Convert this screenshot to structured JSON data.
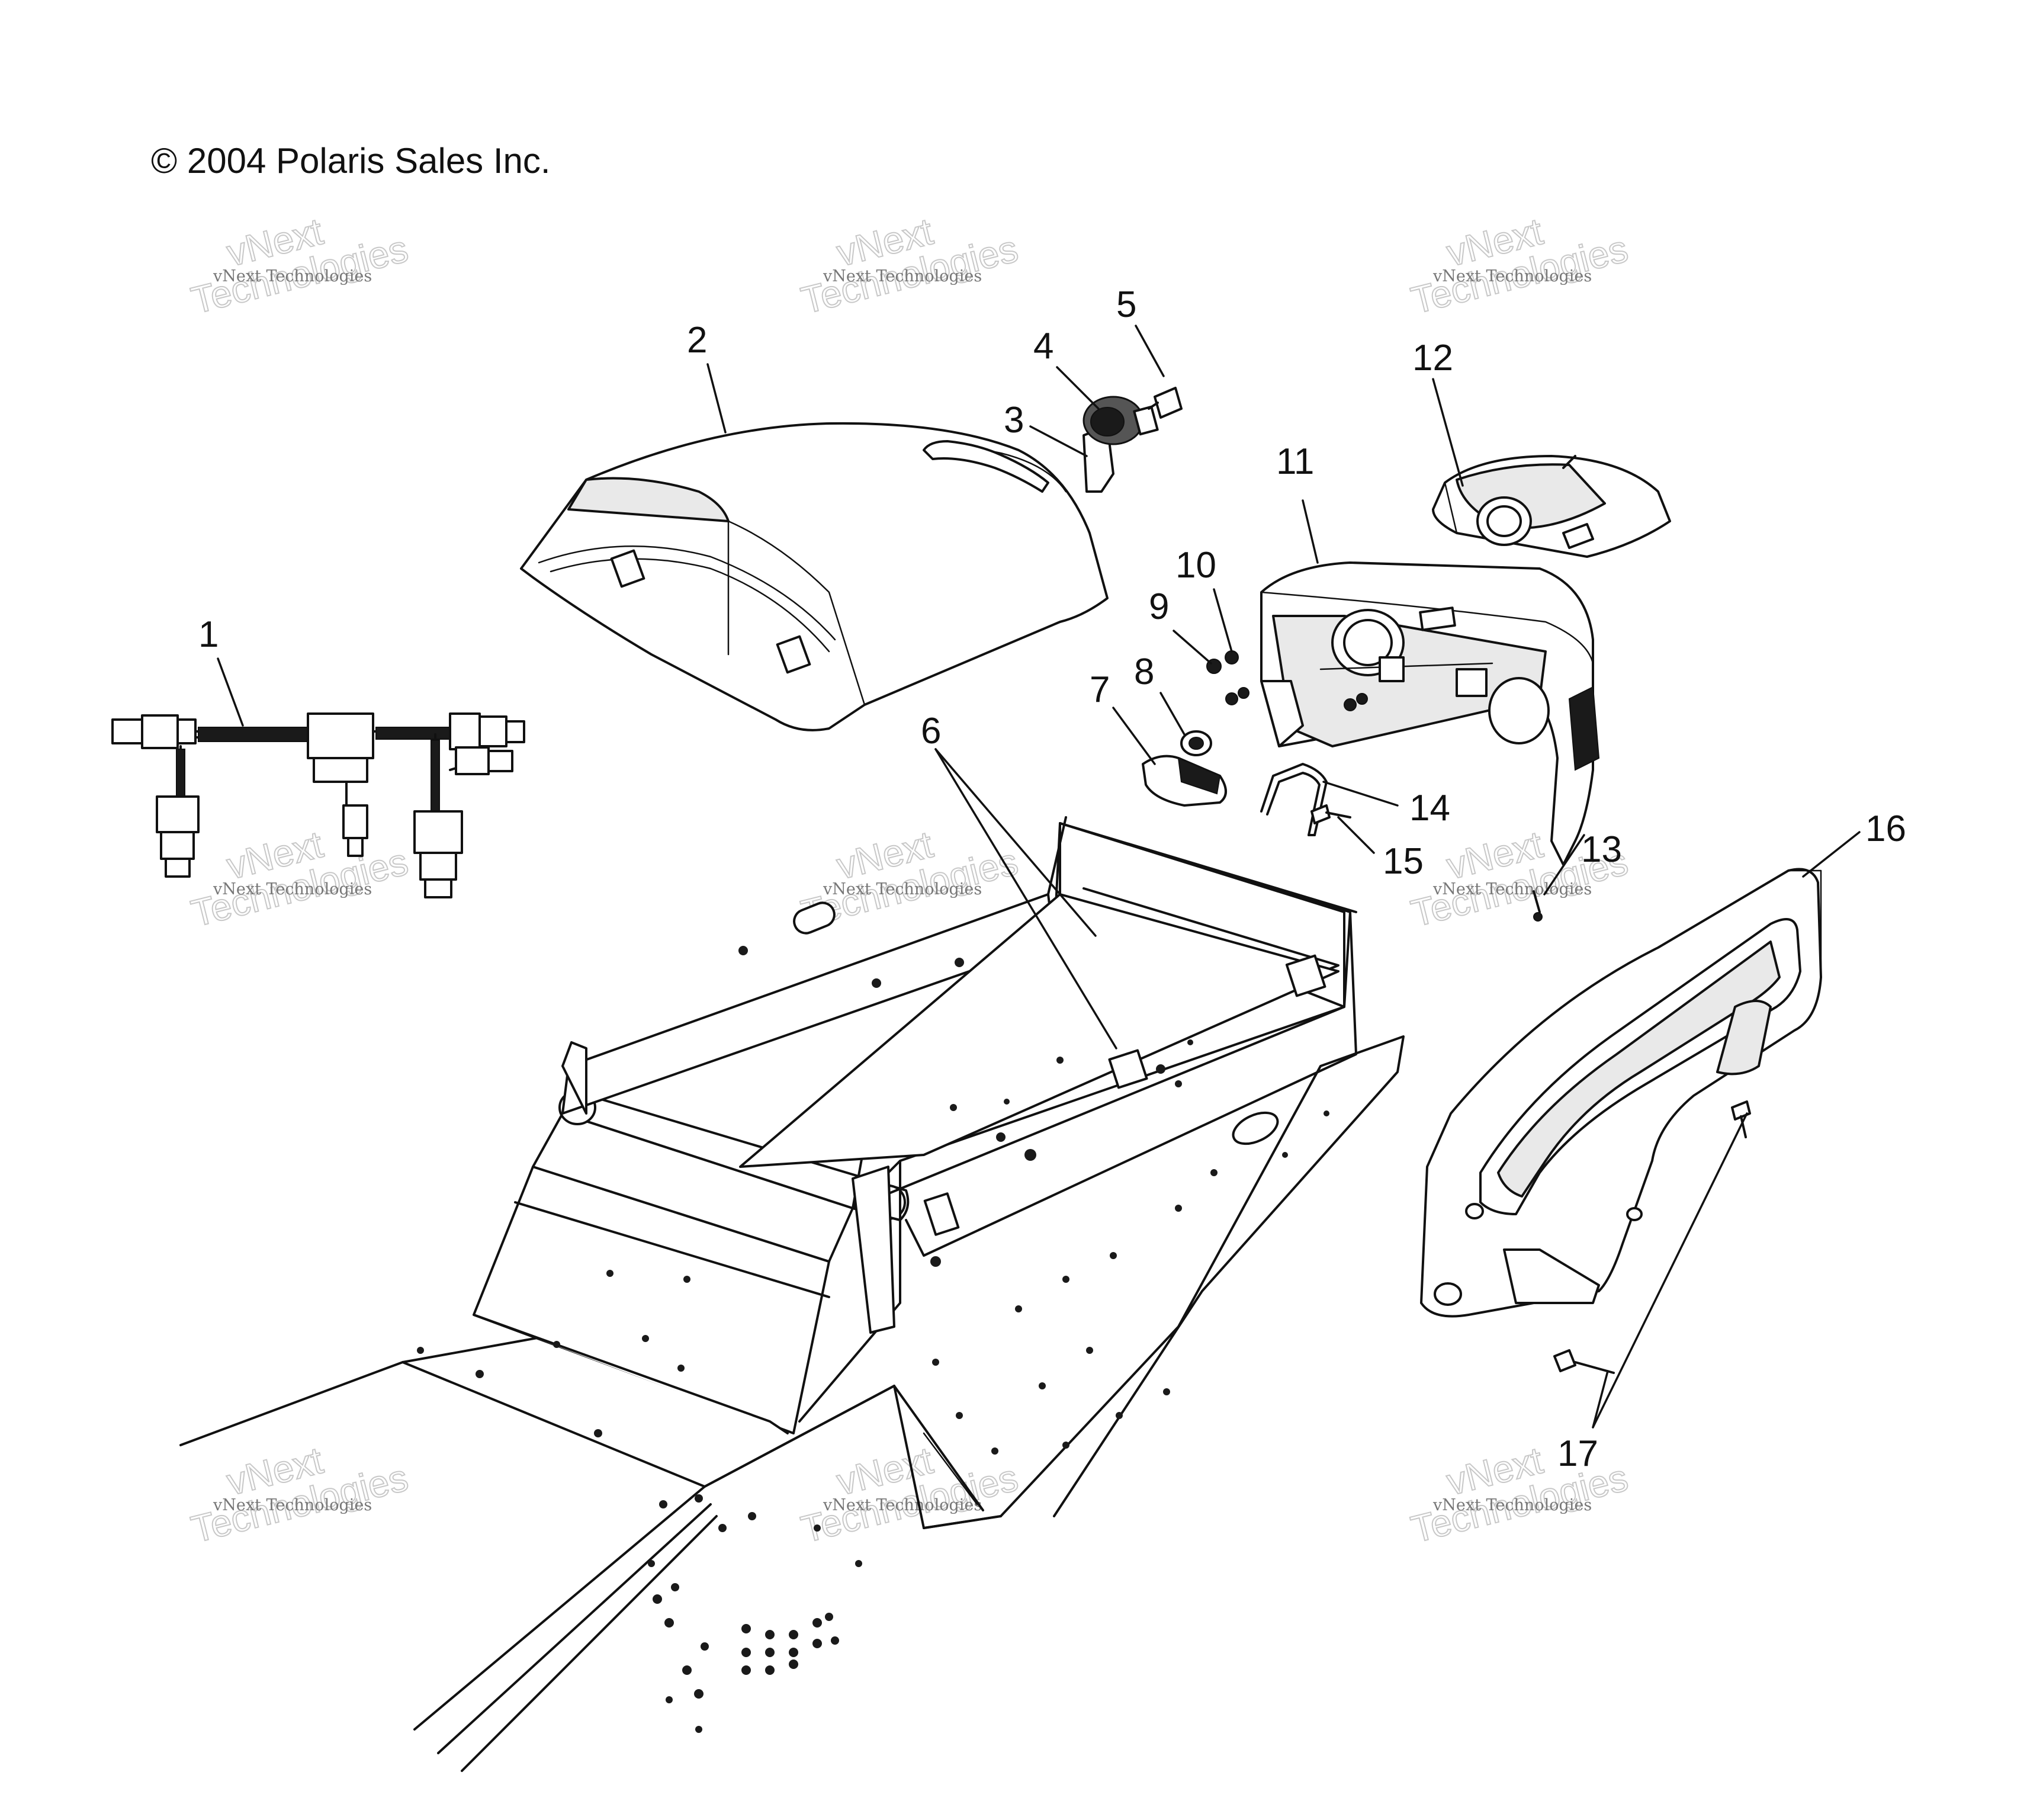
{
  "copyright": "© 2004 Polaris Sales Inc.",
  "watermark": {
    "line_small": "vNext Technologies",
    "line_big_1": "vNext",
    "line_big_2": "Technologies"
  },
  "callouts": [
    "1",
    "2",
    "3",
    "4",
    "5",
    "6",
    "7",
    "8",
    "9",
    "10",
    "11",
    "12",
    "13",
    "14",
    "15",
    "16",
    "17"
  ]
}
